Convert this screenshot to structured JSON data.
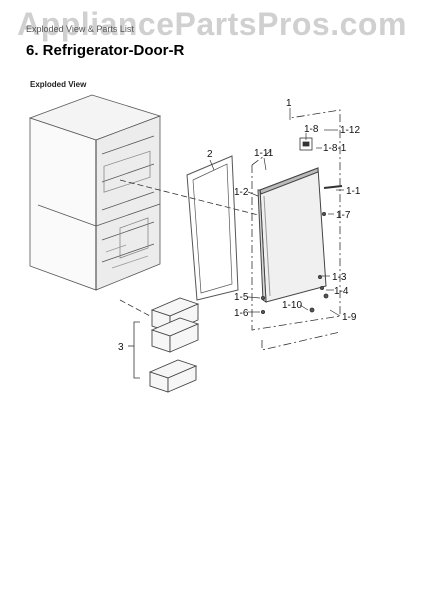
{
  "watermark": "AppliancePartsPros.com",
  "header": {
    "subheading": "Exploded View & Parts List",
    "title": "6.  Refrigerator-Door-R"
  },
  "section_label": "Exploded View",
  "callouts": {
    "c1": "1",
    "c2": "2",
    "c3": "3",
    "c1_1": "1-1",
    "c1_2": "1-2",
    "c1_3": "1-3",
    "c1_4": "1-4",
    "c1_5": "1-5",
    "c1_6": "1-6",
    "c1_7": "1-7",
    "c1_8": "1-8",
    "c1_8_1": "1-8-1",
    "c1_9": "1-9",
    "c1_10": "1-10",
    "c1_11": "1-11",
    "c1_12": "1-12"
  }
}
